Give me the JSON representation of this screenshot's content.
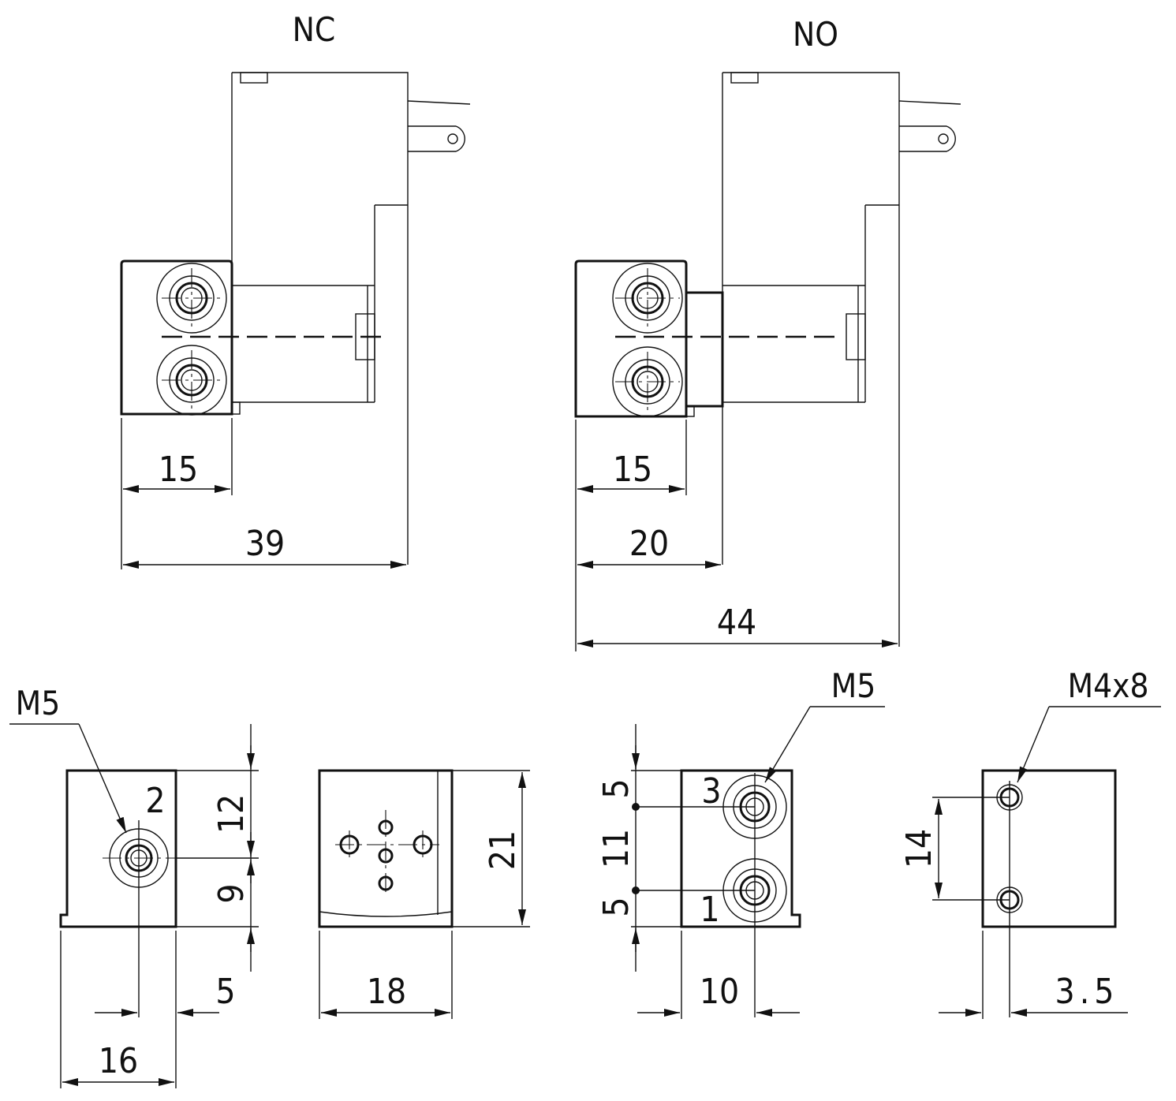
{
  "title_nc": "NC",
  "title_no": "NO",
  "nc_view": {
    "dim_block_width": "15",
    "dim_total_width": "39"
  },
  "no_view": {
    "dim_block_width": "15",
    "dim_mid_width": "20",
    "dim_total_width": "44"
  },
  "view_port2": {
    "thread_label": "M5",
    "port_label": "2",
    "dim_upper_height": "12",
    "dim_lower_height": "9",
    "dim_offset": "5",
    "dim_width": "16"
  },
  "view_pilot": {
    "dim_height": "21",
    "dim_width": "18"
  },
  "view_ports13": {
    "thread_label": "M5",
    "port_top_label": "3",
    "port_bottom_label": "1",
    "dim_top": "5",
    "dim_pitch": "11",
    "dim_bottom": "5",
    "dim_offset": "10"
  },
  "view_mount": {
    "thread_label": "M4x8",
    "dim_hole_pitch": "14",
    "dim_offset": "3.5"
  }
}
